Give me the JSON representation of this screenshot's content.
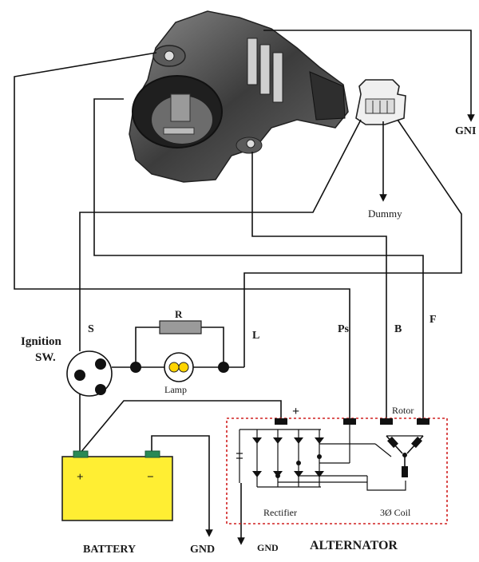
{
  "labels": {
    "gnd_top": "GNI",
    "dummy": "Dummy",
    "ignition": "Ignition",
    "sw": "SW.",
    "s": "S",
    "r": "R",
    "l": "L",
    "ps": "Ps",
    "b": "B",
    "f": "F",
    "lamp": "Lamp",
    "plus": "+",
    "rotor": "Rotor",
    "battery_plus": "+",
    "battery_minus": "−",
    "rectifier": "Rectifier",
    "coil": "3Ø Coil",
    "battery": "BATTERY",
    "gnd_battery": "GND",
    "gnd_rectifier": "GND",
    "alternator": "ALTERNATOR"
  },
  "colors": {
    "wire": "#111111",
    "battery_body": "#ffee33",
    "battery_terminal": "#2a8a55",
    "lamp_bulb": "#ffd400",
    "alternator_border": "#d02020",
    "regulator_body": "#4a4a4a",
    "resistor": "#9a9a9a"
  }
}
